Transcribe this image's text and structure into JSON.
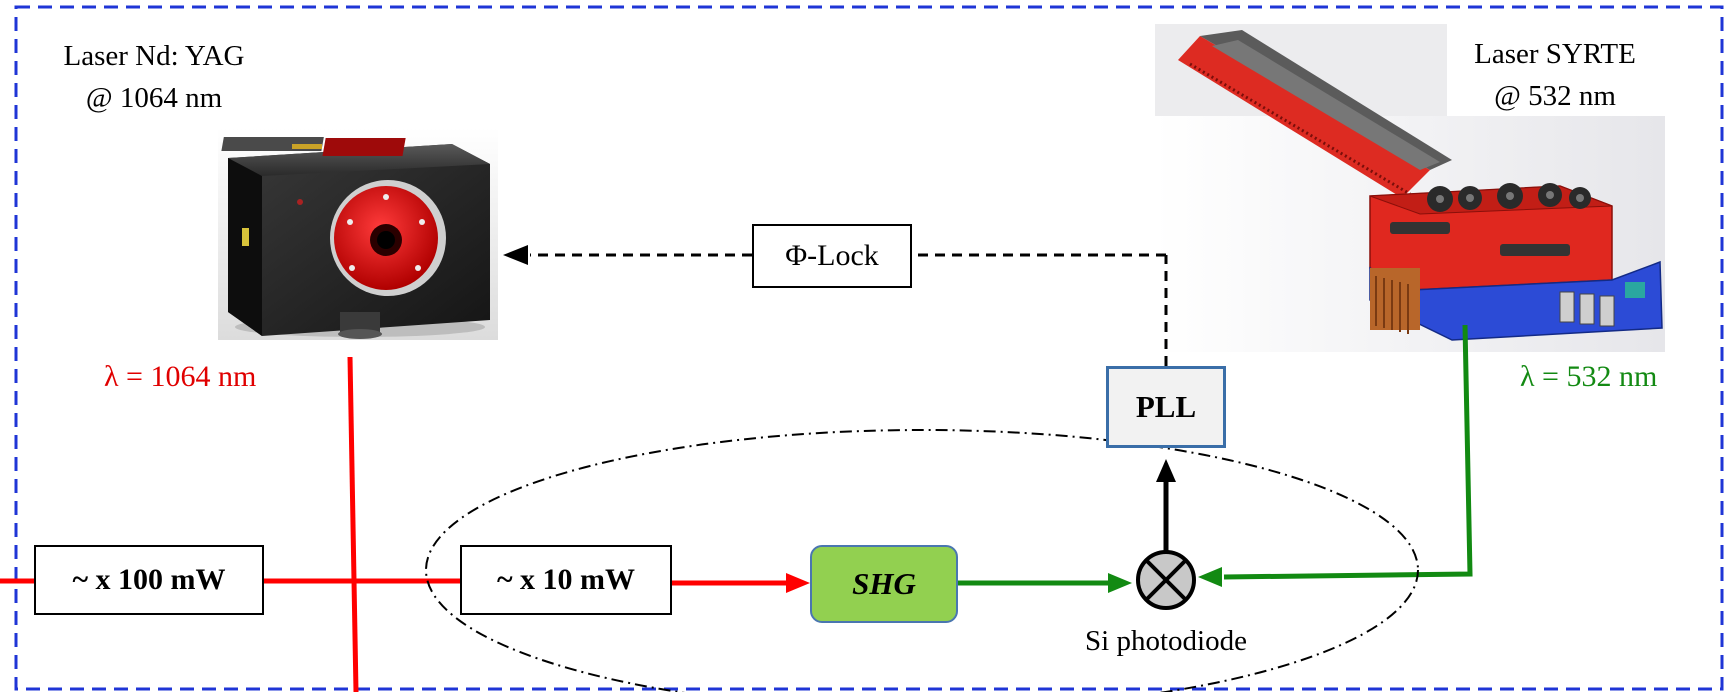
{
  "lasers": {
    "yag": {
      "title_line1": "Laser Nd: YAG",
      "title_line2": "@ 1064 nm",
      "wavelength_label": "λ = 1064 nm"
    },
    "syrte": {
      "title_line1": "Laser SYRTE",
      "title_line2": "@ 532 nm",
      "wavelength_label": "λ = 532 nm"
    }
  },
  "boxes": {
    "phi_lock": "Φ-Lock",
    "pll": "PLL",
    "power_high": "~ x 100 mW",
    "power_low": "~ x 10 mW",
    "shg": "SHG"
  },
  "photodiode_label": "Si photodiode",
  "colors": {
    "frame": "#1f35d6",
    "ir_beam": "#ff0000",
    "green_beam": "#128a12",
    "shg_fill": "#92d050",
    "shg_border": "#4a76b0",
    "pll_border": "#3a6ea8",
    "pll_fill": "#f2f2f2",
    "red_label": "#e00000",
    "green_label": "#138a13"
  },
  "icons": [
    "yag-laser-device-image",
    "syrte-laser-device-image",
    "mixer-icon",
    "arrowhead-icon"
  ]
}
